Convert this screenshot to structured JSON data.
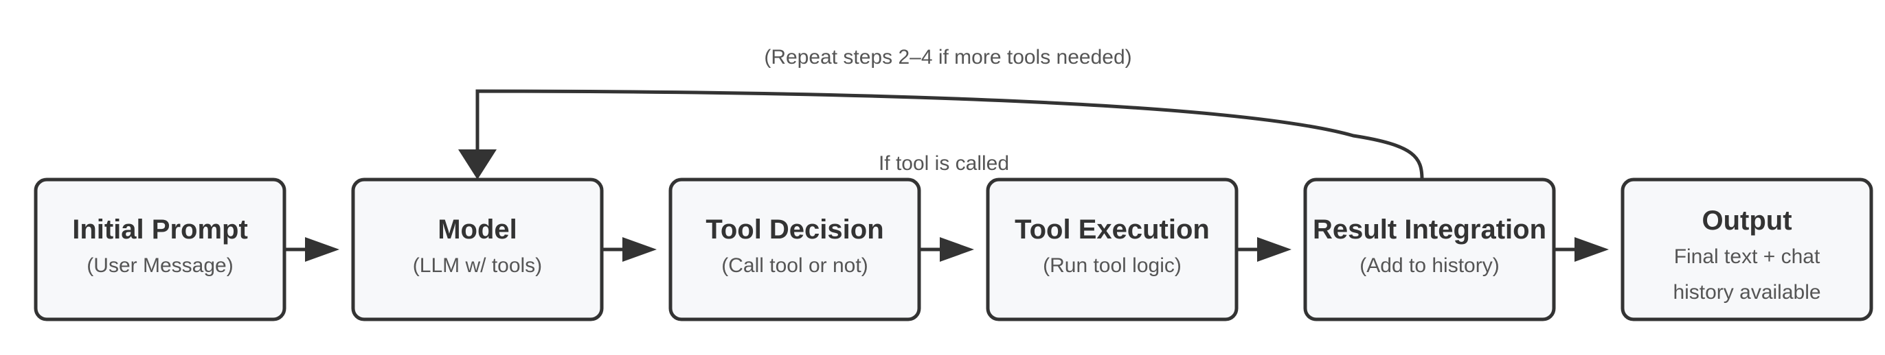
{
  "nodes": [
    {
      "title": "Initial Prompt",
      "subtitle": [
        "(User Message)"
      ]
    },
    {
      "title": "Model",
      "subtitle": [
        "(LLM w/ tools)"
      ]
    },
    {
      "title": "Tool Decision",
      "subtitle": [
        "(Call tool or not)"
      ]
    },
    {
      "title": "Tool Execution",
      "subtitle": [
        "(Run tool logic)"
      ]
    },
    {
      "title": "Result Integration",
      "subtitle": [
        "(Add to history)"
      ]
    },
    {
      "title": "Output",
      "subtitle": [
        "Final text + chat",
        "history available"
      ]
    }
  ],
  "edges": {
    "if_tool_label": "If tool is called",
    "loop_label": "(Repeat steps 2–4 if more tools needed)"
  },
  "colors": {
    "stroke": "#333333",
    "node_fill": "#f7f8fa",
    "title_text": "#333333",
    "sub_text": "#555555"
  }
}
